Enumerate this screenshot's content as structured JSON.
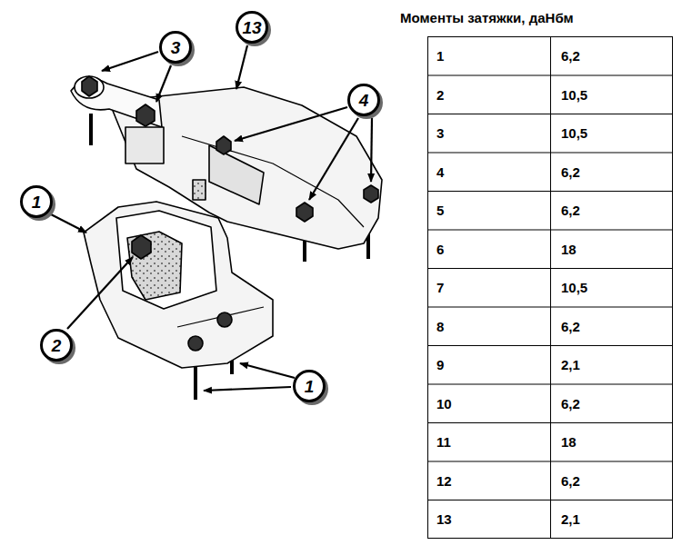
{
  "diagram": {
    "title": "Моменты затяжки, даНбм",
    "nodes": [
      {
        "text": [
          "13"
        ]
      },
      {
        "text": [
          "3"
        ]
      },
      {
        "text": [
          "4"
        ]
      },
      {
        "text": [
          "1"
        ]
      },
      {
        "text": [
          "2"
        ]
      },
      {
        "text": [
          "1"
        ]
      }
    ],
    "labels": [
      "1",
      "6,2",
      "2",
      "10,5",
      "3",
      "10,5",
      "4",
      "6,2",
      "5",
      "6,2",
      "6",
      "18",
      "7",
      "10,5",
      "8",
      "6,2",
      "9",
      "2,1",
      "10",
      "6,2",
      "11",
      "18",
      "12",
      "6,2",
      "13",
      "2,1"
    ]
  }
}
